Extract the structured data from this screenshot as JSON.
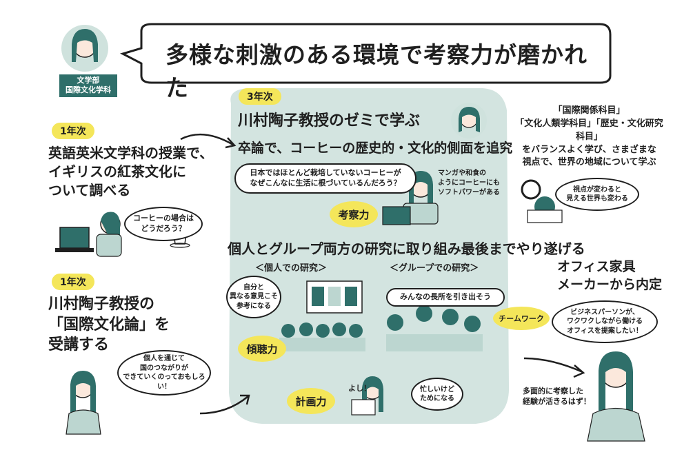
{
  "header": {
    "title": "多様な刺激のある環境で考察力が磨かれた",
    "dept_line1": "文学部",
    "dept_line2": "国際文化学科"
  },
  "year1a": {
    "badge": "1年次",
    "text_line1": "英語英米文学科の授業で、",
    "text_line2": "イギリスの紅茶文化に",
    "text_line3": "ついて調べる",
    "thought_line1": "コーヒーの場合は",
    "thought_line2": "どうだろう？"
  },
  "year1b": {
    "badge": "1年次",
    "text_line1": "川村陶子教授の",
    "text_line2": "「国際文化論」を",
    "text_line3": "受講する",
    "thought_line1": "個人を通じて",
    "thought_line2": "国のつながりが",
    "thought_line3": "できていくのっておもしろい！"
  },
  "year3": {
    "badge": "3年次",
    "heading": "川村陶子教授のゼミで学ぶ",
    "subheading": "卒論で、コーヒーの歴史的・文化的側面を追究",
    "question_line1": "日本ではほとんど栽培していないコーヒーが",
    "question_line2": "なぜこんなに生活に根づいているんだろう？",
    "note_line1": "マンガや和食の",
    "note_line2": "ようにコーヒーにも",
    "note_line3": "ソフトパワーがある",
    "skill1": "考察力",
    "heading2": "個人とグループ両方の研究に取り組み最後までやり遂げる",
    "individual_label": "＜個人での研究＞",
    "individual_thought_line1": "自分と",
    "individual_thought_line2": "異なる意見こそ",
    "individual_thought_line3": "参考になる",
    "group_label": "＜グループでの研究＞",
    "group_thought": "みんなの長所を引き出そう",
    "skill2": "チームワーク",
    "skill3": "傾聴力",
    "skill4": "計画力",
    "exclaim": "よし！",
    "busy_line1": "忙しいけど",
    "busy_line2": "ためになる"
  },
  "right": {
    "text_line1": "「国際関係科目」",
    "text_line2": "「文化人類学科目」「歴史・文化研究科目」",
    "text_line3": "をバランスよく学び、さまざまな",
    "text_line4": "視点で、世界の地域について学ぶ",
    "thought_line1": "視点が変わると",
    "thought_line2": "見える世界も変わる"
  },
  "outcome": {
    "title_line1": "オフィス家具",
    "title_line2": "メーカーから内定",
    "thought_line1": "ビジネスパーソンが、",
    "thought_line2": "ワクワクしながら働ける",
    "thought_line3": "オフィスを提案したい！",
    "note_line1": "多面的に考察した",
    "note_line2": "経験が活きるはず！"
  }
}
